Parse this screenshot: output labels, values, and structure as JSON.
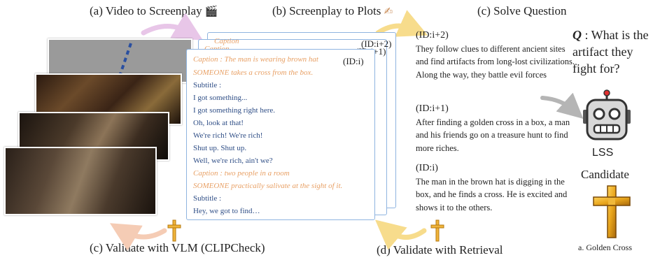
{
  "headings": {
    "video_to_screenplay": "(a) Video to Screenplay",
    "screenplay_to_plots": "(b) Screenplay to Plots",
    "solve_question": "(c) Solve Question",
    "validate_vlm": "(c) Validate with VLM (CLIPCheck)",
    "validate_retrieval": "(d) Validate with Retrieval"
  },
  "icons": {
    "clapper": "🎬",
    "writing_hand": "✍"
  },
  "screenplay": {
    "back_ids": [
      "(ID:i+2)",
      "(ID:i+1)"
    ],
    "back_caption": "Caption",
    "id": "(ID:i)",
    "lines": [
      {
        "type": "caption",
        "text": "Caption : The man is wearing brown hat"
      },
      {
        "type": "caption",
        "text": "SOMEONE takes a cross from the box."
      },
      {
        "type": "subtitle",
        "text": "Subtitle :"
      },
      {
        "type": "subtitle",
        "text": "I got something..."
      },
      {
        "type": "subtitle",
        "text": "I got something right here."
      },
      {
        "type": "subtitle",
        "text": "Oh, look at that!"
      },
      {
        "type": "subtitle",
        "text": "We're rich! We're rich!"
      },
      {
        "type": "subtitle",
        "text": "Shut up. Shut up."
      },
      {
        "type": "subtitle",
        "text": "Well, we're rich, ain't we?"
      },
      {
        "type": "caption",
        "text": "Caption : two people in a room"
      },
      {
        "type": "caption",
        "text": "SOMEONE practically salivate at the sight of it."
      },
      {
        "type": "subtitle",
        "text": "Subtitle :"
      },
      {
        "type": "subtitle",
        "text": "Hey, we got to find…"
      }
    ]
  },
  "plots": [
    {
      "id": "(ID:i+2)",
      "text": "They follow clues to different ancient sites and find artifacts from long-lost civilizations. Along the way, they battle evil forces"
    },
    {
      "id": "(ID:i+1)",
      "text": "After finding a golden cross in a box, a man and his friends go on a treasure hunt to find more riches."
    },
    {
      "id": "(ID:i)",
      "text": "The man in the brown hat is digging in the box, and he finds a cross. He is excited and shows it to the others."
    }
  ],
  "question": {
    "label": "Q",
    "text": ": What is the artifact they fight for?"
  },
  "solver": {
    "label": "LSS",
    "candidate_label": "Candidate",
    "answer": "a. Golden Cross"
  },
  "colors": {
    "arrow_pink": "#e8c6e8",
    "arrow_yellow": "#f7dc8c",
    "arrow_peach": "#f5ccb5",
    "arrow_gray": "#b5b5b5",
    "page_border": "#8fb4e0",
    "caption": "#e8a065",
    "subtitle": "#2f4e86",
    "gold": "#e8a51c",
    "robot_eye_dot": "#e03030",
    "dashed_line": "#2a4fa0"
  }
}
